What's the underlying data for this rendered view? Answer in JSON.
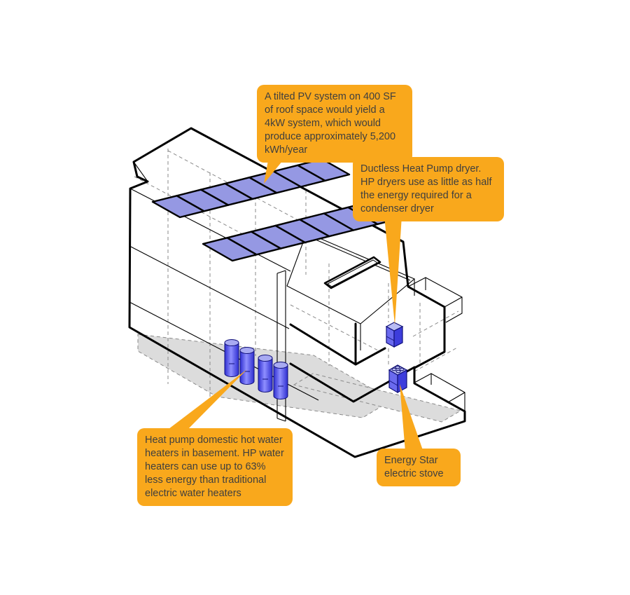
{
  "figure": {
    "description": "Isometric cutaway diagram of a building highlighting energy-efficient equipment",
    "callouts": {
      "pv": "A tilted PV system on 400 SF of roof space would yield a 4kW system, which would produce approximately 5,200 kWh/year",
      "dryer": "Ductless Heat Pump dryer. HP  dryers use as little as half the energy required for a condenser dryer",
      "water_heaters": "Heat pump domestic hot water heaters in basement.  HP water heaters can use up to 63% less energy than traditional electric water heaters",
      "stove": "Energy Star electric stove"
    },
    "equipment_counts": {
      "solar_panel_rows": 2,
      "solar_panels_per_row": 7,
      "water_heater_tanks": 4
    },
    "colors": {
      "callout_bg": "#F9A81C",
      "callout_text": "#3F3F3F",
      "panel_fill": "#9598E3",
      "appliance_front": "#6A6AEF",
      "appliance_side": "#3D3DDC",
      "appliance_top": "#B9BCF4",
      "cylinder_dark": "#2E2ED0",
      "cylinder_light": "#8F8FFF",
      "cylinder_top": "#A8AAF2",
      "floor_gray": "#DCDCDC",
      "line_color": "#000000",
      "hidden_line": "#8A8A8A"
    }
  }
}
